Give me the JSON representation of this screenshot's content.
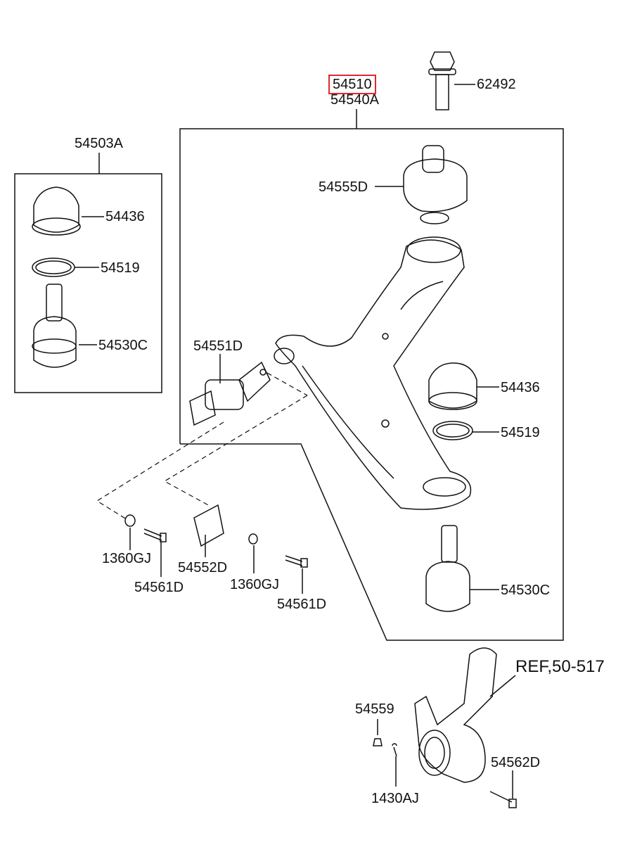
{
  "highlight_color": "#e0282e",
  "labels": {
    "arm_part": "54510",
    "arm_assy": "54540A",
    "bolt_top": "62492",
    "ball_joint_kit": "54503A",
    "boot_left": "54436",
    "ring_left": "54519",
    "ball_joint_left": "54530C",
    "bushing_rear": "54555D",
    "bushing_front": "54551D",
    "boot_right": "54436",
    "ring_right": "54519",
    "ball_joint_right": "54530C",
    "nut_1": "1360GJ",
    "bolt_1": "54561D",
    "bracket": "54552D",
    "nut_2": "1360GJ",
    "bolt_2": "54561D",
    "knuckle_ref": "REF,50-517",
    "castle_nut": "54559",
    "pinch_bolt": "54562D",
    "cotter_pin": "1430AJ"
  }
}
